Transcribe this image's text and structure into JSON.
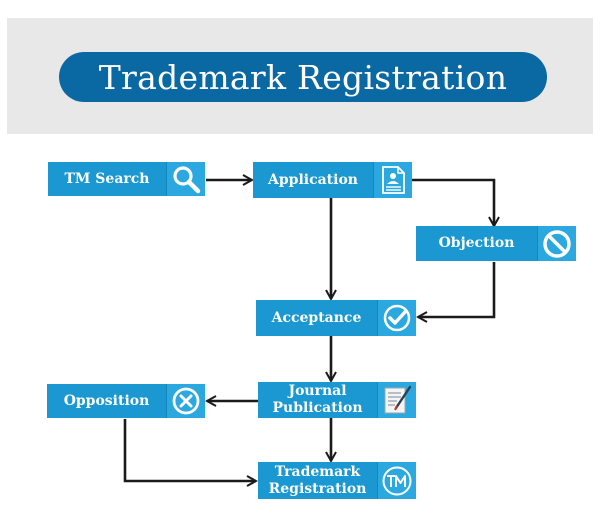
{
  "banner": {
    "title": "Trademark Registration"
  },
  "nodes": {
    "tm_search": {
      "label": "TM Search",
      "icon": "search-icon"
    },
    "application": {
      "label": "Application",
      "icon": "document-form-icon"
    },
    "objection": {
      "label": "Objection",
      "icon": "prohibited-icon"
    },
    "acceptance": {
      "label": "Acceptance",
      "icon": "checkmark-icon"
    },
    "journal_publication": {
      "label": "Journal\nPublication",
      "icon": "document-pen-icon"
    },
    "opposition": {
      "label": "Opposition",
      "icon": "cross-circle-icon"
    },
    "trademark_registration": {
      "label": "Trademark\nRegistration",
      "icon": "tm-symbol-icon"
    }
  },
  "edges": [
    {
      "from": "TM Search",
      "to": "Application"
    },
    {
      "from": "Application",
      "to": "Objection"
    },
    {
      "from": "Application",
      "to": "Acceptance"
    },
    {
      "from": "Objection",
      "to": "Acceptance"
    },
    {
      "from": "Acceptance",
      "to": "Journal Publication"
    },
    {
      "from": "Journal Publication",
      "to": "Opposition"
    },
    {
      "from": "Journal Publication",
      "to": "Trademark Registration"
    },
    {
      "from": "Opposition",
      "to": "Trademark Registration"
    }
  ],
  "colors": {
    "banner_bg": "#e8e8e8",
    "banner_pill": "#0a68a3",
    "node_bg": "#1b98d1",
    "icon_bg": "#2ba8df",
    "arrow": "#1a1a1a"
  }
}
